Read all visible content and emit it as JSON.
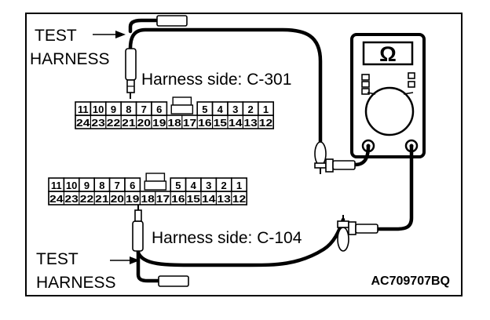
{
  "labels": {
    "test_harness_top": [
      "TEST",
      "HARNESS"
    ],
    "test_harness_bottom": [
      "TEST",
      "HARNESS"
    ],
    "harness_side_top": "Harness side: C-301",
    "harness_side_bottom": "Harness side: C-104",
    "figure_code": "AC709707BQ",
    "ohm_symbol": "Ω"
  },
  "connector_c301": {
    "top_row": [
      "11",
      "10",
      "9",
      "8",
      "7",
      "6",
      "",
      "5",
      "4",
      "3",
      "2",
      "1"
    ],
    "bottom_row": [
      "24",
      "23",
      "22",
      "21",
      "20",
      "19",
      "18",
      "17",
      "16",
      "15",
      "14",
      "13",
      "12"
    ]
  },
  "connector_c104": {
    "top_row": [
      "11",
      "10",
      "9",
      "8",
      "7",
      "6",
      "",
      "5",
      "4",
      "3",
      "2",
      "1"
    ],
    "bottom_row": [
      "24",
      "23",
      "22",
      "21",
      "20",
      "19",
      "18",
      "17",
      "16",
      "15",
      "14",
      "13",
      "12"
    ]
  }
}
